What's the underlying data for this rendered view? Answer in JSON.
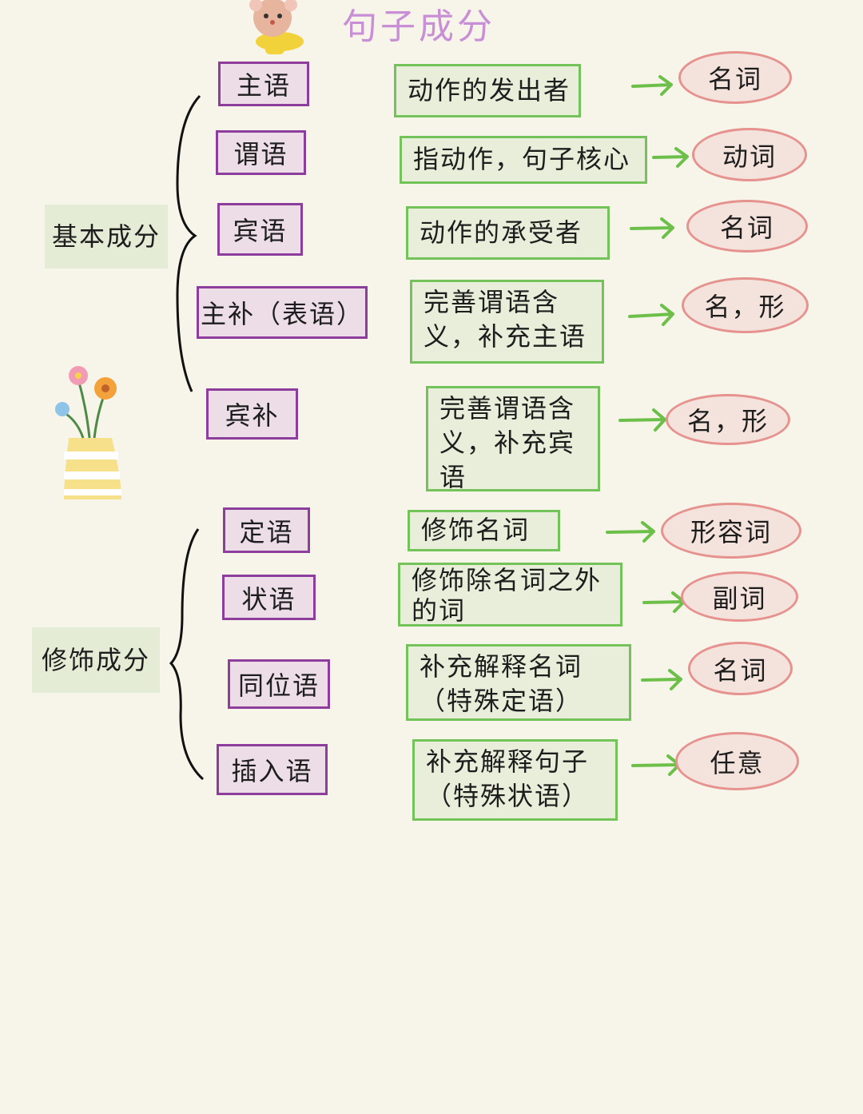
{
  "title": "句子成分",
  "groups": {
    "basic": "基本成分",
    "modifier": "修饰成分"
  },
  "rows": [
    {
      "term": "主语",
      "desc": "动作的发出者",
      "pos": "名词"
    },
    {
      "term": "谓语",
      "desc": "指动作，句子核心",
      "pos": "动词"
    },
    {
      "term": "宾语",
      "desc": "动作的承受者",
      "pos": "名词"
    },
    {
      "term": "主补（表语）",
      "desc": "完善谓语含义，补充主语",
      "pos": "名，形"
    },
    {
      "term": "宾补",
      "desc": "完善谓语含义，补充宾语",
      "pos": "名，形"
    },
    {
      "term": "定语",
      "desc": "修饰名词",
      "pos": "形容词"
    },
    {
      "term": "状语",
      "desc": "修饰除名词之外的词",
      "pos": "副词"
    },
    {
      "term": "同位语",
      "desc": "补充解释名词（特殊定语）",
      "pos": "名词"
    },
    {
      "term": "插入语",
      "desc": "补充解释句子（特殊状语）",
      "pos": "任意"
    }
  ],
  "colors": {
    "background": "#f7f4ea",
    "title": "#c98fd6",
    "term_border": "#8d3e9c",
    "desc_border": "#74c25a",
    "pos_border": "#e6928f",
    "arrow": "#6cc04a"
  }
}
